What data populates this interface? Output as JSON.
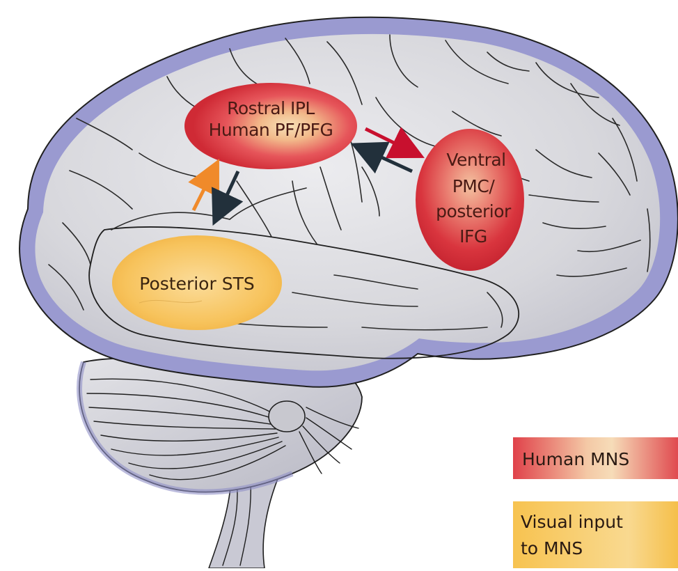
{
  "regions": {
    "rostral_ipl": {
      "line1": "Rostral IPL",
      "line2": "Human PF/PFG"
    },
    "ventral_pmc": {
      "line1": "Ventral",
      "line2": "PMC/",
      "line3": "posterior",
      "line4": "IFG"
    },
    "posterior_sts": {
      "label": "Posterior STS"
    }
  },
  "legend": {
    "human_mns": "Human MNS",
    "visual_input_line1": "Visual input",
    "visual_input_line2": "to MNS"
  },
  "colors": {
    "brain_fill": "#d9d9de",
    "brain_outline": "#8f8fc6",
    "mns_red": "#d8333b",
    "mns_center": "#f3d6a8",
    "visual_yellow": "#f7c55a",
    "arrow_red": "#c8102e",
    "arrow_dark": "#22303b",
    "arrow_orange": "#f08a2a"
  }
}
